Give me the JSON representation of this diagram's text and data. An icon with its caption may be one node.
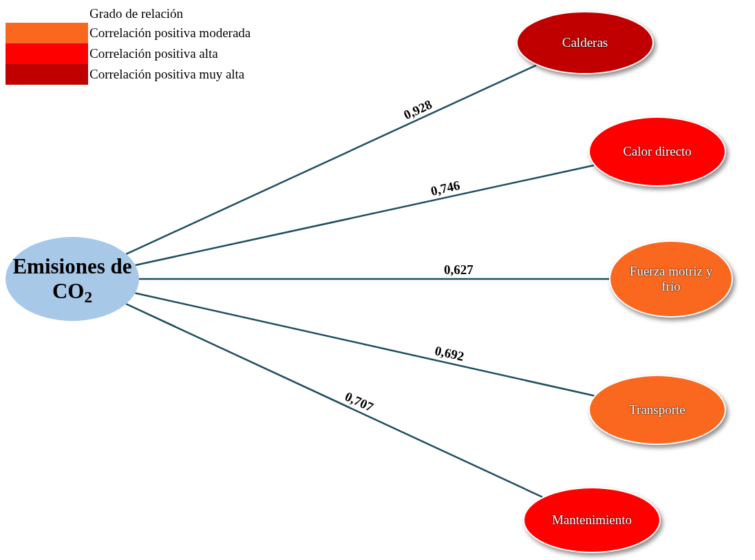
{
  "diagram": {
    "nodes": [
      {
        "text": [
          "Emisiones de CO$_{2}$"
        ]
      },
      {
        "text": [
          "Calderas"
        ]
      },
      {
        "text": [
          "Calor directo"
        ]
      },
      {
        "text": [
          "Fuerza motriz y frío"
        ]
      },
      {
        "text": [
          "Transporte"
        ]
      },
      {
        "text": [
          "Mantenimiento"
        ]
      }
    ],
    "edges": [
      {
        "from": 0,
        "to": 1,
        "arrow": "none",
        "label": "0,928"
      },
      {
        "from": 0,
        "to": 2,
        "arrow": "none",
        "label": "0,746"
      },
      {
        "from": 0,
        "to": 3,
        "arrow": "none",
        "label": "0,627"
      },
      {
        "from": 0,
        "to": 4,
        "arrow": "none",
        "label": "0,692"
      },
      {
        "from": 0,
        "to": 5,
        "arrow": "none",
        "label": "0,707"
      }
    ],
    "labels": [
      "Grado de relación"
    ],
    "legend": [
      {
        "text": "Correlación positiva moderada",
        "color": "#fa6820"
      },
      {
        "text": "Correlación positiva alta",
        "color": "#ff0000"
      },
      {
        "text": "Correlación positiva muy alta",
        "color": "#c00000"
      }
    ]
  }
}
